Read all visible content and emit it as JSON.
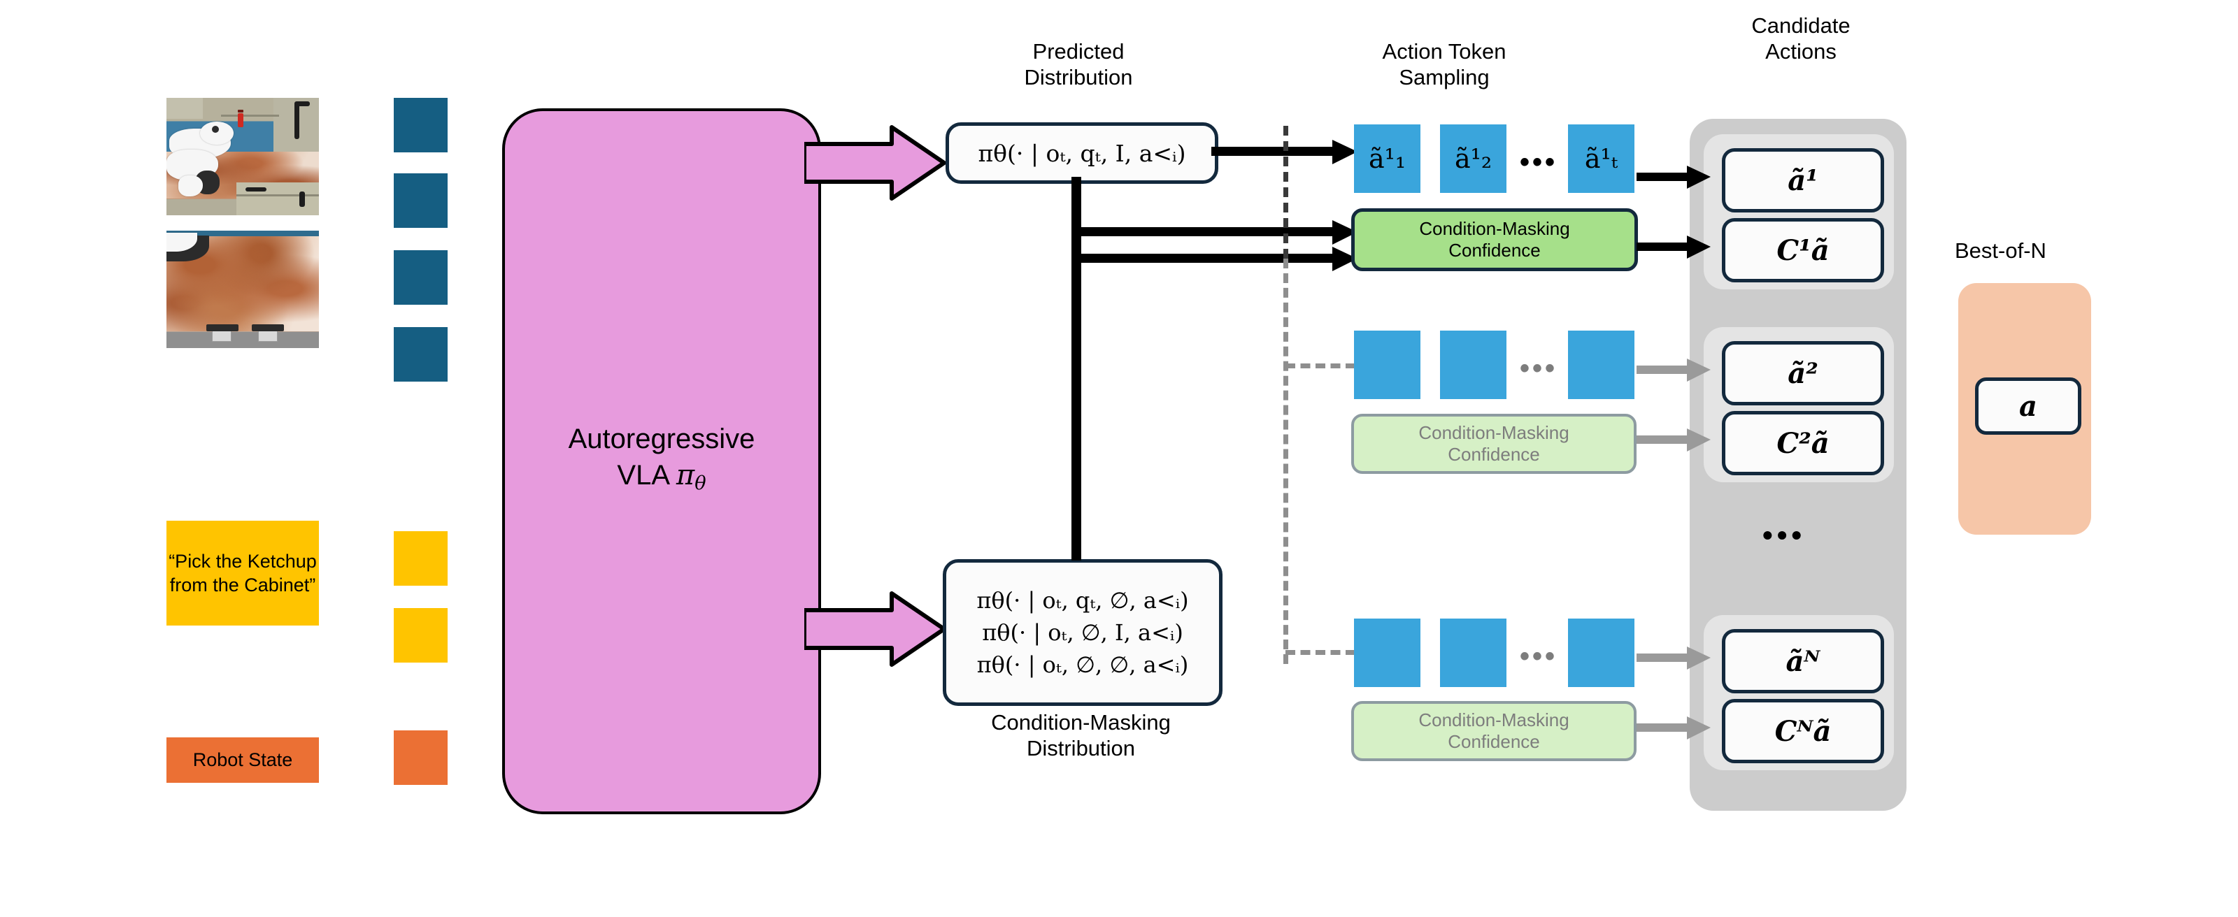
{
  "inputs": {
    "observation_1_alt": "Robot arm in kitchen with ketchup bottle on counter",
    "observation_2_alt": "Close-up wrist camera view of marble counter",
    "language_instruction": "“Pick the Ketchup from the Cabinet”",
    "robot_state_label": "Robot State"
  },
  "token_swatches": [
    {
      "color": "#155e82",
      "kind": "vision"
    },
    {
      "color": "#155e82",
      "kind": "vision"
    },
    {
      "color": "#155e82",
      "kind": "vision"
    },
    {
      "color": "#155e82",
      "kind": "vision"
    },
    {
      "color": "#ffc400",
      "kind": "language"
    },
    {
      "color": "#ffc400",
      "kind": "language"
    },
    {
      "color": "#eb7034",
      "kind": "state"
    }
  ],
  "model": {
    "name_line1": "Autoregressive",
    "name_line2_prefix": "VLA ",
    "name_line2_symbol": "π",
    "name_line2_sub": "θ",
    "fill_color": "#e79bdd"
  },
  "predicted": {
    "caption_line1": "Predicted",
    "caption_line2": "Distribution",
    "formula": "πθ(· | oₜ, qₜ, I, a<ᵢ)"
  },
  "condition_masking": {
    "formulas": [
      "πθ(· | oₜ, qₜ, ∅, a<ᵢ)",
      "πθ(· | oₜ, ∅, I, a<ᵢ)",
      "πθ(· | oₜ, ∅, ∅, a<ᵢ)"
    ],
    "caption_line1": "Condition-Masking",
    "caption_line2": "Distribution"
  },
  "sampling": {
    "caption_line1": "Action Token",
    "caption_line2": "Sampling",
    "ellipsis": "•••",
    "rows": [
      {
        "state": "active",
        "tokens": [
          "ã¹₁",
          "ã¹₂",
          "ã¹ₜ"
        ],
        "confidence_line1": "Condition-Masking",
        "confidence_line2": "Confidence"
      },
      {
        "state": "faded",
        "tokens": [
          "",
          "",
          ""
        ],
        "confidence_line1": "Condition-Masking",
        "confidence_line2": "Confidence"
      },
      {
        "state": "faded",
        "tokens": [
          "",
          "",
          ""
        ],
        "confidence_line1": "Condition-Masking",
        "confidence_line2": "Confidence"
      }
    ]
  },
  "candidates": {
    "caption_line1": "Candidate",
    "caption_line2": "Actions",
    "ellipsis": "•••",
    "groups": [
      {
        "action": "ã¹",
        "confidence": "C¹ã"
      },
      {
        "action": "ã²",
        "confidence": "C²ã"
      },
      {
        "action": "ãᴺ",
        "confidence": "Cᴺã"
      }
    ]
  },
  "best_of_n": {
    "caption": "Best-of-N",
    "selected_action": "a",
    "panel_color": "#f6c6a8"
  },
  "colors": {
    "vision_token": "#155e82",
    "language_token": "#ffc400",
    "state_token": "#eb7034",
    "action_token": "#3aa5dc",
    "confidence_active": "#a6e08a",
    "confidence_faded": "#d6f0c6",
    "model_block": "#e79bdd",
    "outline": "#13293d",
    "candidate_outer": "#cccccc",
    "candidate_group": "#e4e4e4"
  }
}
